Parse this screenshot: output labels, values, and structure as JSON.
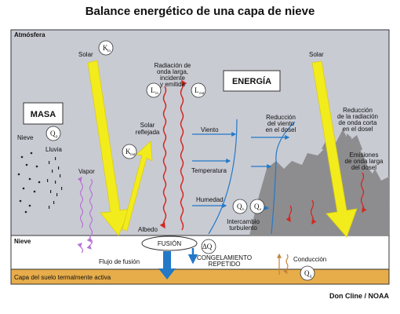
{
  "title": "Balance energético de una capa de nieve",
  "credit": "Don Cline / NOAA",
  "layers": {
    "atmosphere": "Atmósfera",
    "snow": "Nieve",
    "ground": "Capa del suelo termalmente activa"
  },
  "boxes": {
    "mass": "MASA",
    "energy": "ENERGÍA",
    "fusion": "FUSIÓN"
  },
  "labels": {
    "solar_left": "Solar",
    "solar_right": "Solar",
    "longwave": [
      "Radiación de",
      "onda larga,",
      "incidente",
      "y emitida"
    ],
    "solar_reflected": [
      "Solar",
      "reflejada"
    ],
    "nieve_precip": "Nieve",
    "lluvia": "Lluvia",
    "vapor": "Vapor",
    "viento": "Viento",
    "temperatura": "Temperatura",
    "humedad": "Humedad",
    "turbulent": [
      "Intercambio",
      "turbulento"
    ],
    "albedo": "Albedo",
    "flujo_fusion": "Flujo de fusión",
    "refreeze": [
      "CONGELAMIENTO",
      "REPETIDO"
    ],
    "conduccion": "Conducción",
    "wind_reduction": [
      "Reducción",
      "del viento",
      "en el dosel"
    ],
    "shortwave_reduction": [
      "Reducción",
      "de la radiación",
      "de onda corta",
      "en el dosel"
    ],
    "longwave_emissions": [
      "Emisiones",
      "de onda larga",
      "del dosel"
    ],
    "delta_q": "ΔQ"
  },
  "symbols": {
    "k_in": {
      "main": "K",
      "sub": "in"
    },
    "k_out": {
      "main": "K",
      "sub": "out"
    },
    "l_in": {
      "main": "L",
      "sub": "in"
    },
    "l_out": {
      "main": "L",
      "sub": "out"
    },
    "q_p": {
      "main": "Q",
      "sub": "p"
    },
    "q_h": {
      "main": "Q",
      "sub": "h"
    },
    "q_e": {
      "main": "Q",
      "sub": "e"
    },
    "q_g": {
      "main": "Q",
      "sub": "g"
    }
  },
  "colors": {
    "sky": "#c9cbd3",
    "snow": "#ffffff",
    "ground": "#e7ad4b",
    "solar": "#f3ec1d",
    "longwave": "#d6261f",
    "flow": "#2378c7",
    "vapor": "#b773d4",
    "tree": "#8d8d8f"
  }
}
